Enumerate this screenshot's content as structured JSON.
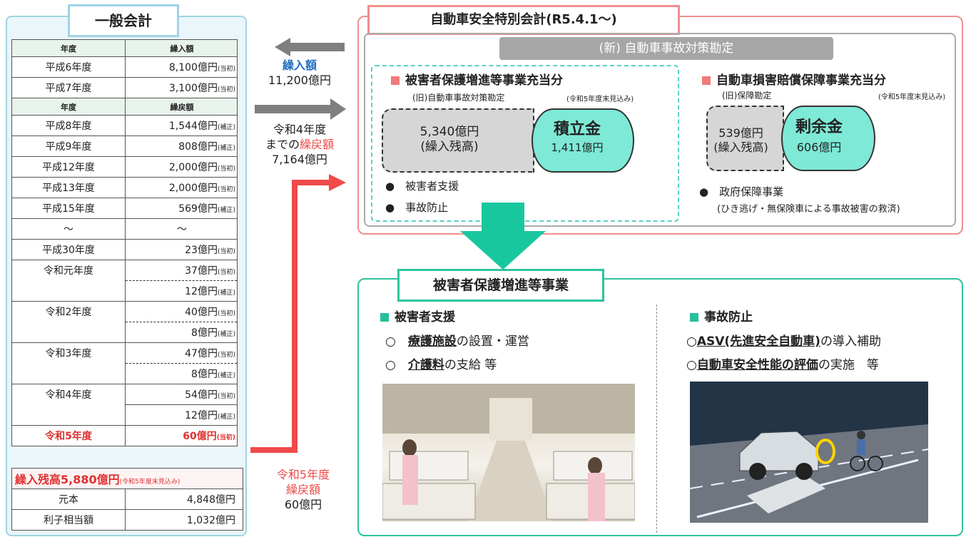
{
  "left": {
    "title": "一般会計",
    "header1": {
      "year": "年度",
      "amount": "繰入額"
    },
    "rows_in": [
      {
        "year": "平成6年度",
        "amount": "8,100億円",
        "note": "(当初)"
      },
      {
        "year": "平成7年度",
        "amount": "3,100億円",
        "note": "(当初)"
      }
    ],
    "header2": {
      "year": "年度",
      "amount": "繰戻額"
    },
    "rows_back": [
      {
        "year": "平成8年度",
        "amount": "1,544億円",
        "note": "(補正)"
      },
      {
        "year": "平成9年度",
        "amount": "808億円",
        "note": "(補正)"
      },
      {
        "year": "平成12年度",
        "amount": "2,000億円",
        "note": "(当初)"
      },
      {
        "year": "平成13年度",
        "amount": "2,000億円",
        "note": "(当初)"
      },
      {
        "year": "平成15年度",
        "amount": "569億円",
        "note": "(補正)"
      },
      {
        "year": "～",
        "amount": "～",
        "note": ""
      },
      {
        "year": "平成30年度",
        "amount": "23億円",
        "note": "(当初)"
      }
    ],
    "rows_double": [
      {
        "year": "令和元年度",
        "a1": "37億円",
        "n1": "(当初)",
        "a2": "12億円",
        "n2": "(補正)"
      },
      {
        "year": "令和2年度",
        "a1": "40億円",
        "n1": "(当初)",
        "a2": "8億円",
        "n2": "(補正)"
      },
      {
        "year": "令和3年度",
        "a1": "47億円",
        "n1": "(当初)",
        "a2": "8億円",
        "n2": "(補正)"
      },
      {
        "year": "令和4年度",
        "a1": "54億円",
        "n1": "(当初)",
        "a2": "12億円",
        "n2": "(補正)"
      }
    ],
    "row_r5": {
      "year": "令和5年度",
      "amount": "60億円",
      "note": "(当初)"
    },
    "balance": {
      "title": "繰入残高5,880億円",
      "title_note": "(令和5年度末見込み)",
      "principal_label": "元本",
      "principal": "4,848億円",
      "interest_label": "利子相当額",
      "interest": "1,032億円"
    }
  },
  "middle": {
    "transfer_label": "繰入額",
    "transfer_value": "11,200億円",
    "return_line1": "令和4年度",
    "return_line2_pre": "までの",
    "return_line2_red": "繰戻額",
    "return_value": "7,164億円",
    "r5_line1": "令和5年度",
    "r5_line2": "繰戻額",
    "r5_value": "60億円"
  },
  "special": {
    "title": "自動車安全特別会計(R5.4.1～)",
    "new_account": "(新) 自動車事故対策勘定",
    "victim": {
      "heading": "被害者保護増進等事業充当分",
      "old_account": "(旧)自動車事故対策勘定",
      "note": "(令和5年度末見込み)",
      "grey_value": "5,340億円",
      "grey_label": "(繰入残高)",
      "teal_title": "積立金",
      "teal_value": "1,411億円",
      "bullets": [
        "被害者支援",
        "事故防止"
      ]
    },
    "compensation": {
      "heading": "自動車損害賠償保障事業充当分",
      "old_account": "(旧)保障勘定",
      "note": "(令和5年度末見込み)",
      "grey_value": "539億円",
      "grey_label": "(繰入残高)",
      "teal_title": "剰余金",
      "teal_value": "606億円",
      "bullet": "政府保障事業",
      "bullet_sub": "(ひき逃げ・無保険車による事故被害の救済)"
    }
  },
  "project": {
    "title": "被害者保護増進等事業",
    "support": {
      "heading": "被害者支援",
      "item1_mark": "○",
      "item1_link": "療護施設",
      "item1_rest": "の設置・運営",
      "item2_mark": "○",
      "item2_link": "介護料",
      "item2_rest": "の支給 等"
    },
    "prevention": {
      "heading": "事故防止",
      "item1_mark": "○",
      "item1_link": "ASV(先進安全自動車)",
      "item1_rest": "の導入補助",
      "item2_mark": "○",
      "item2_link": "自動車安全性能の評価",
      "item2_rest": "の実施　等"
    }
  },
  "colors": {
    "red": "#f04a4a",
    "blue": "#1f6fc2",
    "teal": "#7de9d6",
    "green_arrow": "#19c79e",
    "grey_arrow": "#7f7f7f"
  }
}
